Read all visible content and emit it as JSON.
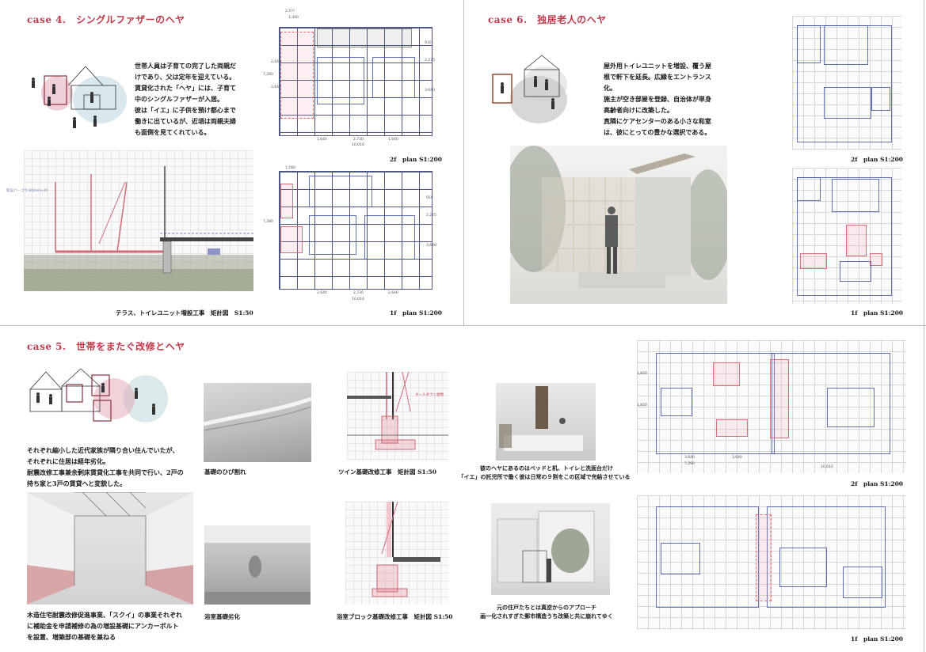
{
  "case4": {
    "title": "case 4.　シングルファザーのヘヤ",
    "text": [
      "世帯人員は子育ての完了した両親だ",
      "けであり、父は定年を迎えている。",
      "賃貸化された「ヘヤ」には、子育て",
      "中のシングルファザーが入居。",
      "彼は「イエ」に子供を預け都心まで",
      "働きに出ているが、近頃は両親夫婦",
      "も面倒を見てくれている。"
    ],
    "section_caption": "テラス、トイレユニット増設工事　矩計図　S1:50",
    "section_label": "新設パーゴラ 60mm×4P",
    "plan2f_caption": "2f　plan S1:200",
    "plan1f_caption": "1f　plan S1:200",
    "dims2f": [
      "2,5??",
      "1,440",
      "7,280",
      "2,640",
      "3,640",
      "910",
      "2,275",
      "3,640",
      "1,640",
      "2,730",
      "1,640",
      "10,010"
    ],
    "dims1f": [
      "1,580",
      "7,280",
      "910",
      "2,275",
      "3,640",
      "2,640",
      "2,730",
      "2,640",
      "10,010"
    ]
  },
  "case6": {
    "title": "case 6.　独居老人のヘヤ",
    "text": [
      "屋外用トイレユニットを増設、覆う屋",
      "根で軒下を延長。広縁をエントランス",
      "化。",
      "施主が空き部屋を登録、自治体が単身",
      "高齢者向けに改築した。",
      "真隣にケアセンターのある小さな和室",
      "は、彼にとっての豊かな選択である。"
    ],
    "plan2f_caption": "2f　plan S1:200",
    "plan1f_caption": "1f　plan S1:200"
  },
  "case5": {
    "title": "case 5.　世帯をまたぐ改修とヘヤ",
    "text_top": [
      "それぞれ縮小した近代家族が隣り合い住んでいたが、",
      "それぞれに住居は経年劣化。",
      "耐震改修工事兼余剰床賃貸化工事を共同で行い、2戸の",
      "持ち家と3戸の賃貸へと変貌した。"
    ],
    "text_bottom": [
      "木造住宅耐震改修促進事業、「スクイ」の事業それぞれ",
      "に補助金を申請補修の為の増設基礎にアンカーボルト",
      "を設置、増築部の基礎を兼ねる"
    ],
    "cap_crack": "基礎のひび割れ",
    "cap_twin": "ツイン基礎改修工事　矩計図 S1:50",
    "cap_room": [
      "彼のヘヤにあるのはベッドと机、トイレと洗面台だけ",
      "「イエ」の託児所で働く彼は日常の９割をこの区域で完結させている"
    ],
    "cap_bath": "浴室基礎劣化",
    "cap_block": "浴室ブロック基礎改修工事　矩計図 S1:50",
    "cap_approach": [
      "元の住戸たちとは真逆からのアプローチ",
      "画一化されすぎた郵市構造うち改築と共に崩れてゆく"
    ],
    "twin_label": "ホールダウン金物",
    "plan2f_caption": "2f　plan S1:200",
    "plan1f_caption": "1f　plan S1:200",
    "dims": [
      "1,820",
      "1,820",
      "3,640",
      "3,640",
      "7,280",
      "10,010"
    ]
  },
  "colors": {
    "accent": "#c0394b",
    "ink": "#2d3a6e",
    "red_ink": "#e06a77"
  }
}
